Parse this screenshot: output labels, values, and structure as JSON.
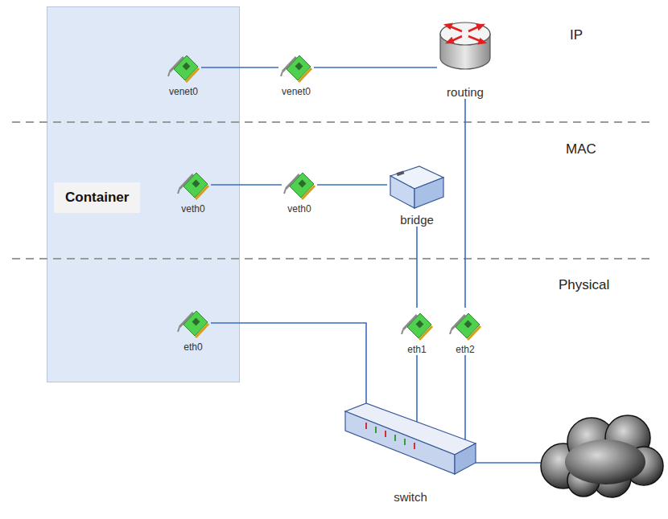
{
  "diagram": {
    "nodes": [
      {
        "text": [
          "Container"
        ]
      },
      {
        "text": [
          "venet0"
        ],
        "in": 0
      },
      {
        "text": [
          "venet0"
        ]
      },
      {
        "text": [
          "routing"
        ]
      },
      {
        "text": [
          "veth0"
        ],
        "in": 0
      },
      {
        "text": [
          "veth0"
        ]
      },
      {
        "text": [
          "bridge"
        ]
      },
      {
        "text": [
          "eth0"
        ],
        "in": 0
      },
      {
        "text": [
          "eth1"
        ]
      },
      {
        "text": [
          "eth2"
        ]
      },
      {
        "text": [
          "switch"
        ]
      }
    ],
    "edges": [
      {
        "from": 1,
        "to": 2,
        "arrow": "none"
      },
      {
        "from": 2,
        "to": 3,
        "arrow": "none"
      },
      {
        "from": 3,
        "to": 9,
        "arrow": "none"
      },
      {
        "from": 9,
        "to": 10,
        "arrow": "none"
      },
      {
        "from": 4,
        "to": 5,
        "arrow": "none"
      },
      {
        "from": 5,
        "to": 6,
        "arrow": "none"
      },
      {
        "from": 6,
        "to": 8,
        "arrow": "none"
      },
      {
        "from": 8,
        "to": 10,
        "arrow": "none"
      },
      {
        "from": 7,
        "to": 10,
        "arrow": "none"
      }
    ],
    "labels": [
      "IP",
      "MAC",
      "Physical"
    ]
  }
}
